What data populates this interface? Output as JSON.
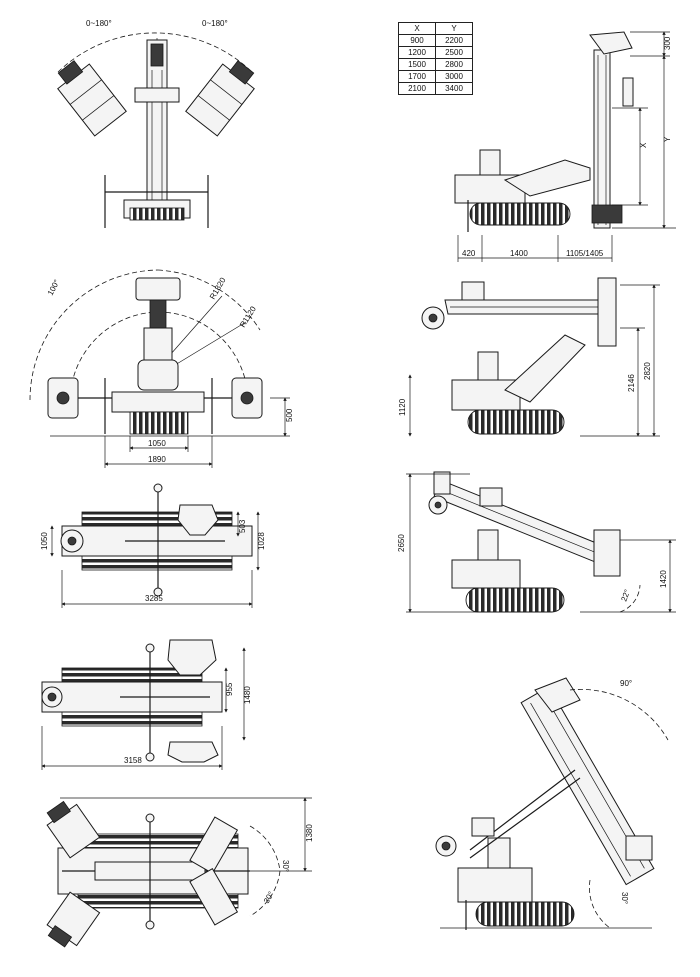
{
  "table": {
    "headers": [
      "X",
      "Y"
    ],
    "rows": [
      [
        "900",
        "2200"
      ],
      [
        "1200",
        "2500"
      ],
      [
        "1500",
        "2800"
      ],
      [
        "1700",
        "3000"
      ],
      [
        "2100",
        "3400"
      ]
    ]
  },
  "labels": {
    "angle_left": "0~180°",
    "angle_right": "0~180°",
    "angle_100": "100°",
    "r1820": "R1820",
    "r1120": "R1120",
    "dim_500": "500",
    "dim_1050": "1050",
    "dim_1890": "1890",
    "dim_1050_plan": "1050",
    "dim_503": "503",
    "dim_1028": "1028",
    "dim_3285": "3285",
    "dim_955": "955",
    "dim_1480": "1480",
    "dim_3158": "3158",
    "dim_1380": "1380",
    "angle_30a": "30°",
    "angle_30b": "30°",
    "dim_300": "300",
    "dim_x": "X",
    "dim_y": "Y",
    "dim_420": "420",
    "dim_1400": "1400",
    "dim_1105": "1105/1405",
    "dim_2146": "2146",
    "dim_2820": "2820",
    "dim_1120": "1120",
    "dim_2650": "2650",
    "dim_1420": "1420",
    "angle_22": "22°",
    "angle_90": "90°",
    "angle_30c": "30°"
  }
}
